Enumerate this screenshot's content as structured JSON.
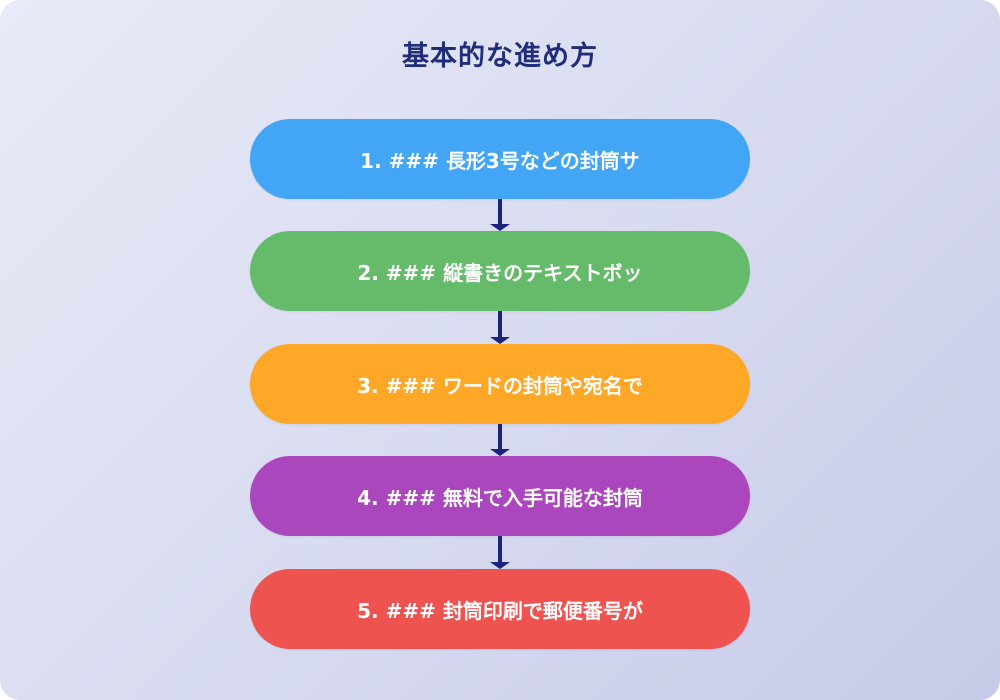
{
  "title": "基本的な進め方",
  "colors": {
    "title": "#1f2d7a",
    "connector": "#1a237e",
    "background_start": "#e8eaf7",
    "background_end": "#c6cae8"
  },
  "steps": [
    {
      "label": "1. ### 長形3号などの封筒サ",
      "color": "#42a5f5"
    },
    {
      "label": "2. ### 縦書きのテキストボッ",
      "color": "#66bb6a"
    },
    {
      "label": "3. ### ワードの封筒や宛名で",
      "color": "#ffa726"
    },
    {
      "label": "4. ### 無料で入手可能な封筒",
      "color": "#ab47bc"
    },
    {
      "label": "5. ### 封筒印刷で郵便番号が",
      "color": "#ef5350"
    }
  ]
}
